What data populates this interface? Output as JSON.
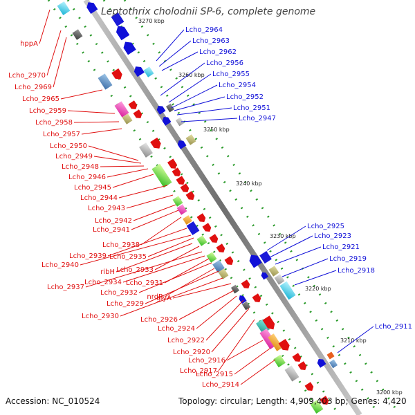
{
  "title": "Leptothrix cholodnii SP-6, complete genome",
  "accession": "Accession: NC_010524",
  "summary": "Topology: circular; Length: 4,909,403 bp; Genes: 4,420",
  "ticks": [
    "3270 kbp",
    "3260 kbp",
    "3250 kbp",
    "3240 kbp",
    "3230 kbp",
    "3220 kbp",
    "3210 kbp",
    "3200 kbp"
  ],
  "left_labels": [
    "hppA",
    "Lcho_2970",
    "Lcho_2969",
    "Lcho_2965",
    "Lcho_2959",
    "Lcho_2958",
    "Lcho_2957",
    "Lcho_2950",
    "Lcho_2949",
    "Lcho_2948",
    "Lcho_2946",
    "Lcho_2945",
    "Lcho_2944",
    "Lcho_2943",
    "Lcho_2942",
    "Lcho_2941",
    "Lcho_2938",
    "Lcho_2939",
    "Lcho_2940",
    "Lcho_2935",
    "ribH",
    "Lcho_2933",
    "Lcho_2937",
    "Lcho_2934",
    "Lcho_2931",
    "Lcho_2932",
    "nrdR",
    "Lcho_2929",
    "Lcho_2930",
    "glyA",
    "Lcho_2926",
    "Lcho_2924",
    "Lcho_2922",
    "Lcho_2920",
    "Lcho_2917",
    "Lcho_2916",
    "Lcho_2915",
    "Lcho_2914"
  ],
  "right_labels": [
    "Lcho_2964",
    "Lcho_2963",
    "Lcho_2962",
    "Lcho_2956",
    "Lcho_2955",
    "Lcho_2954",
    "Lcho_2952",
    "Lcho_2951",
    "Lcho_2947",
    "Lcho_2925",
    "Lcho_2923",
    "Lcho_2921",
    "Lcho_2919",
    "Lcho_2918",
    "Lcho_2911"
  ],
  "colors": {
    "forward_strand": "#e01010",
    "reverse_strand": "#1010d8",
    "backbone": "#808080",
    "tick_dots": "#2a9a2a"
  }
}
